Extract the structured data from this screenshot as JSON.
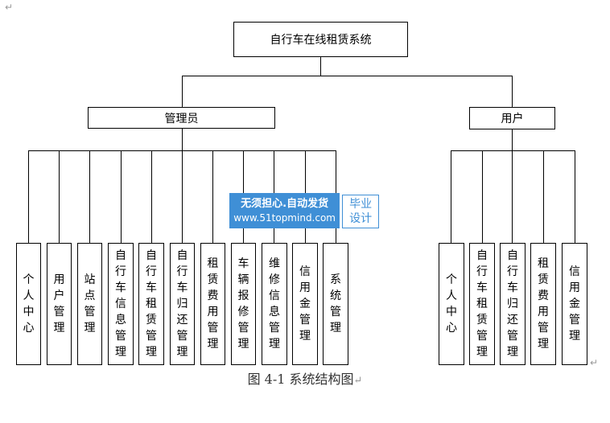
{
  "diagram": {
    "root": "自行车在线租赁系统",
    "admin": {
      "label": "管理员",
      "modules": [
        "个人中心",
        "用户管理",
        "站点管理",
        "自行车信息管理",
        "自行车租赁管理",
        "自行车归还管理",
        "租赁费用管理",
        "车辆报修管理",
        "维修信息管理",
        "信用金管理",
        "系统管理"
      ]
    },
    "user": {
      "label": "用户",
      "modules": [
        "个人中心",
        "自行车租赁管理",
        "自行车归还管理",
        "租赁费用管理",
        "信用金管理"
      ]
    },
    "caption": "图 4-1  系统结构图"
  },
  "watermark": {
    "line1": "无须担心.自动发货",
    "line2": "www.51topmind.com",
    "badge_line1": "毕业",
    "badge_line2": "设计"
  },
  "marks": {
    "return_mark": "↵"
  },
  "colors": {
    "watermark_blue": "#3f8fd6"
  }
}
